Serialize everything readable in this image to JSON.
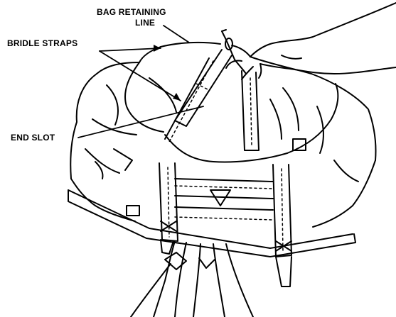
{
  "labels": {
    "bag_retaining_line_1": "BAG RETAINING",
    "bag_retaining_line_2": "LINE",
    "bridle_straps": "BRIDLE STRAPS",
    "end_slot": "END SLOT"
  }
}
